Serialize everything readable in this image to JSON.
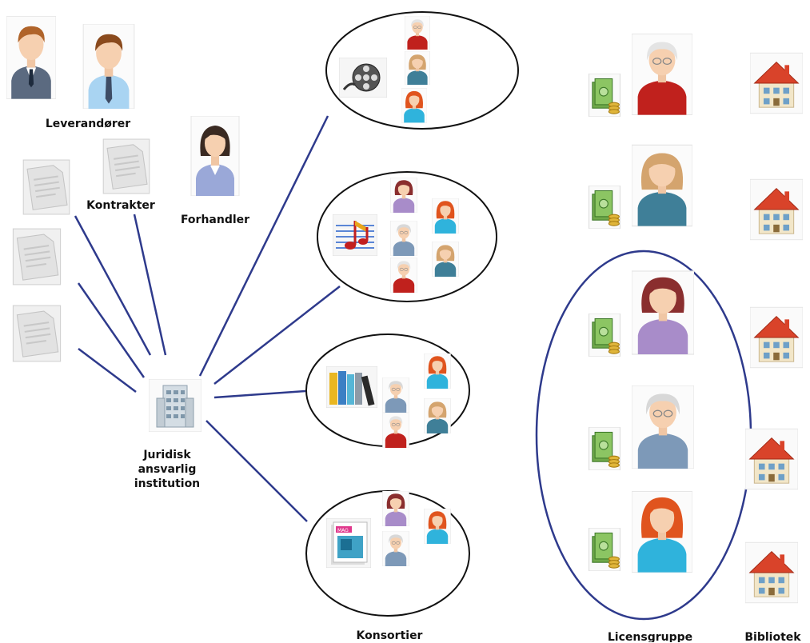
{
  "labels": {
    "suppliers": "Leverandører",
    "contracts": "Kontrakter",
    "dealer": "Forhandler",
    "institution": "Juridisk\nansvarlig\ninstitution",
    "consortia": "Konsortier",
    "license_group": "Licensgruppe",
    "library": "Bibliotek"
  },
  "consortia": [
    {
      "media": "film-reel-icon",
      "members": [
        "red",
        "teal",
        "orange"
      ]
    },
    {
      "media": "music-note-icon",
      "members": [
        "purple",
        "orange",
        "grey",
        "teal",
        "red"
      ]
    },
    {
      "media": "books-icon",
      "members": [
        "orange",
        "grey",
        "teal",
        "red"
      ]
    },
    {
      "media": "magazine-icon",
      "members": [
        "purple",
        "orange",
        "grey"
      ]
    }
  ],
  "license_group_members": [
    "purple",
    "grey",
    "orange"
  ],
  "other_members": [
    "red",
    "teal"
  ],
  "colors": {
    "line": "#2e3a8c",
    "ellipse": "#111111",
    "license_ring": "#2e3a8c",
    "money": "#6fa84a",
    "coin": "#e0b53a",
    "roof": "#d9432a",
    "house": "#f2e6c8"
  }
}
